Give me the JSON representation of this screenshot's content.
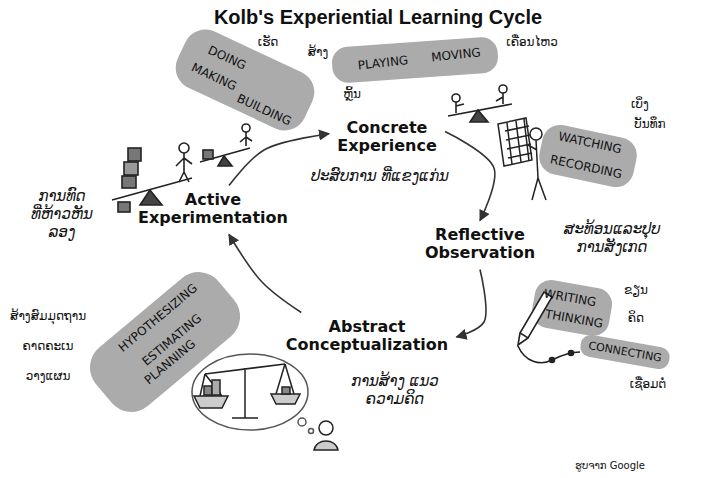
{
  "diagram": {
    "title": "Kolb's Experiential Learning Cycle",
    "nodes": [
      {
        "text": [
          "Concrete Experience"
        ]
      },
      {
        "text": [
          "Reflective Observation"
        ]
      },
      {
        "text": [
          "Abstract Conceptualization"
        ]
      },
      {
        "text": [
          "Active Experimentation"
        ]
      }
    ],
    "edges": [
      {
        "from": 0,
        "to": 1,
        "arrow": "to"
      },
      {
        "from": 1,
        "to": 2,
        "arrow": "to"
      },
      {
        "from": 2,
        "to": 3,
        "arrow": "to"
      },
      {
        "from": 3,
        "to": 0,
        "arrow": "to"
      }
    ],
    "labels": [
      "DOING",
      "MAKING",
      "BUILDING",
      "ເຮັດ",
      "ສ້າງ",
      "PLAYING",
      "MOVING",
      "ຫຼິ້ນ",
      "ເຄື່ອນໄຫວ",
      "ປະສົບການ ທີ່ແຂງແກ່ນ",
      "WATCHING",
      "RECORDING",
      "ເບິ່ງ",
      "ບັນທຶກ",
      "ການທົດ ທີ່ຫ້າວຫັນ ລອງ",
      "ສະທ້ອນແລະປຸບ ການສັງເກດ",
      "WRITING",
      "THINKING",
      "ຂຽນ",
      "ຄິດ",
      "CONNECTING",
      "ເຊື່ອມຕໍ່",
      "HYPOTHESIZING",
      "ESTIMATING",
      "PLANNING",
      "ສ້າງສົມມຸດຖານ",
      "ຄາດຄະເນ",
      "ວາງແຜນ",
      "ການສ້າງ ແນວ ຄວາມຄິດ",
      "ຮູບຈາກ Google"
    ]
  }
}
